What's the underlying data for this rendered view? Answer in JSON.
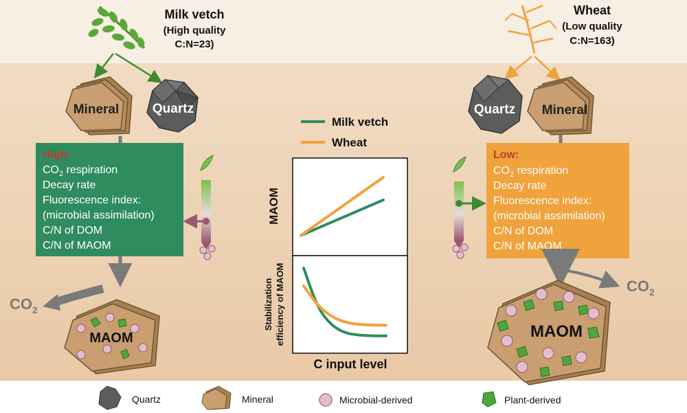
{
  "colors": {
    "soil_top": "#f6ede2",
    "soil_bottom": "#ecd3b5",
    "milk_vetch_green": "#2f8c5f",
    "wheat_orange": "#f0a23c",
    "high_red": "#c0392b",
    "mineral": "#c79a6e",
    "quartz": "#5e5e5e",
    "microbial": "#e2bfd0",
    "plant": "#4fa63c",
    "arrow_gray": "#7a7a7a"
  },
  "left": {
    "title": "Milk vetch",
    "quality": "(High quality",
    "cn": "C:N=23)",
    "mineral_label": "Mineral",
    "quartz_label": "Quartz",
    "box_heading": "High:",
    "lines": [
      "CO",
      "Decay rate",
      "Fluorescence index:",
      "(microbial assimilation)",
      "C/N of DOM",
      "C/N of MAOM"
    ],
    "line1_main": "CO",
    "line1_sub": "2",
    "line1_tail": " respiration",
    "co2_main": "CO",
    "co2_sub": "2",
    "maom_label": "MAOM"
  },
  "right": {
    "title": "Wheat",
    "quality": "(Low quality",
    "cn": "C:N=163)",
    "mineral_label": "Mineral",
    "quartz_label": "Quartz",
    "box_heading": "Low:",
    "line1_main": "CO",
    "line1_sub": "2",
    "line1_tail": " respiration",
    "lines": [
      "Decay rate",
      "Fluorescence index:",
      "(microbial assimilation)",
      "C/N of DOM",
      "C/N of MAOM"
    ],
    "co2_main": "CO",
    "co2_sub": "2",
    "maom_label": "MAOM"
  },
  "chart": {
    "legend": [
      "Milk vetch",
      "Wheat"
    ],
    "top_ylabel": "MAOM",
    "bottom_ylabel_1": "Stabilization",
    "bottom_ylabel_2": "efficiency of MAOM",
    "xlabel": "C input level"
  },
  "chart_data": [
    {
      "type": "line",
      "xlabel": "C input level",
      "ylabel": "MAOM",
      "series": [
        {
          "name": "Milk vetch",
          "values": [
            0.1,
            0.65
          ]
        },
        {
          "name": "Wheat",
          "values": [
            0.1,
            1.0
          ]
        }
      ]
    },
    {
      "type": "line",
      "xlabel": "C input level",
      "ylabel": "Stabilization efficiency of MAOM",
      "series": [
        {
          "name": "Milk vetch",
          "values": [
            1.0,
            0.45,
            0.2,
            0.09,
            0.06,
            0.05,
            0.05
          ]
        },
        {
          "name": "Wheat",
          "values": [
            0.75,
            0.48,
            0.32,
            0.24,
            0.21,
            0.2,
            0.2
          ]
        }
      ]
    }
  ],
  "legend_bottom": {
    "quartz": "Quartz",
    "mineral": "Mineral",
    "microbial": "Microbial-derived",
    "plant": "Plant-derived"
  }
}
